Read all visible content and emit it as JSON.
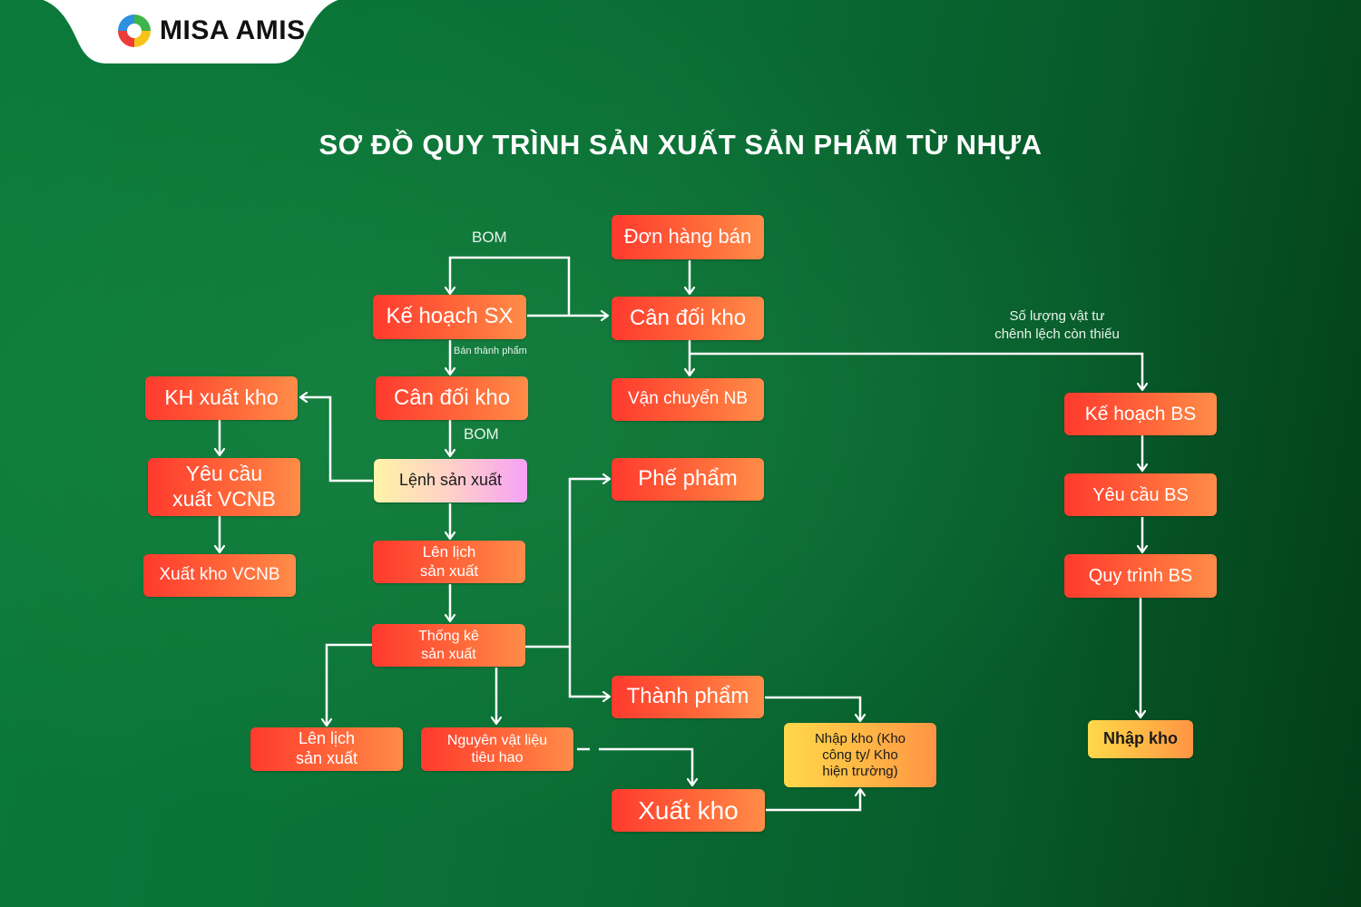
{
  "brand": {
    "name": "MISA AMIS",
    "logo_icon": "misa-swirl-logo"
  },
  "title": "SƠ ĐỒ QUY TRÌNH SẢN XUẤT SẢN PHẨM TỪ NHỰA",
  "colors": {
    "background": "#0a6e34",
    "node_red": "#ff3a2e",
    "node_orange": "#ff8c48",
    "node_yellow": "#ffd84a",
    "node_pastel_pink": "#f7a2f5",
    "connector": "#ffffff"
  },
  "nodes": {
    "don_hang_ban": "Đơn hàng bán",
    "ke_hoach_sx": "Kế hoạch SX",
    "can_doi_kho_top": "Cân đối kho",
    "can_doi_kho_mid": "Cân đối kho",
    "van_chuyen_nb": "Vận chuyển NB",
    "kh_xuat_kho": "KH xuất kho",
    "yeu_cau_xuat_vcnb_1": "Yêu cầu",
    "yeu_cau_xuat_vcnb_2": "xuất VCNB",
    "xuat_kho_vcnb": "Xuất kho VCNB",
    "lenh_san_xuat": "Lệnh sản xuất",
    "len_lich_sx_1_a": "Lên lịch",
    "len_lich_sx_1_b": "sản xuất",
    "thong_ke_sx_a": "Thống kê",
    "thong_ke_sx_b": "sản xuất",
    "len_lich_sx_2_a": "Lên lịch",
    "len_lich_sx_2_b": "sản xuất",
    "nvl_tieu_hao_a": "Nguyên vật liệu",
    "nvl_tieu_hao_b": "tiêu hao",
    "phe_pham": "Phế phẩm",
    "thanh_pham": "Thành phẩm",
    "xuat_kho": "Xuất kho",
    "nhap_kho_cty_a": "Nhập kho (Kho",
    "nhap_kho_cty_b": "công ty/ Kho",
    "nhap_kho_cty_c": "hiện trường)",
    "ke_hoach_bs": "Kế hoạch BS",
    "yeu_cau_bs": "Yêu cầu BS",
    "quy_trinh_bs": "Quy trình BS",
    "nhap_kho": "Nhập kho"
  },
  "edge_labels": {
    "bom_top": "BOM",
    "ban_thanh_pham": "Bán thành phẩm",
    "bom_mid": "BOM",
    "so_luong_1": "Số lượng vật tư",
    "so_luong_2": "chênh lệch còn thiếu"
  }
}
